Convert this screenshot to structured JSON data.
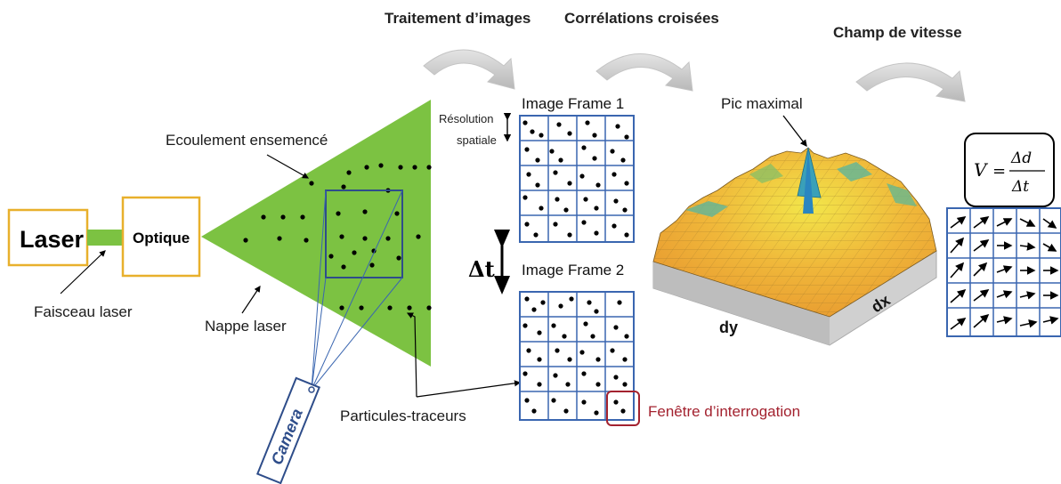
{
  "steps": {
    "processing": "Traitement d’images",
    "correlation": "Corrélations croisées",
    "velocity": "Champ de vitesse"
  },
  "labels": {
    "laser": "Laser",
    "optics": "Optique",
    "beam": "Faisceau laser",
    "sheet": "Nappe laser",
    "seeded_flow": "Ecoulement ensemencé",
    "tracers": "Particules-traceurs",
    "camera": "Camera",
    "frame1": "Image Frame 1",
    "frame2": "Image Frame 2",
    "resolution_line1": "Résolution",
    "resolution_line2": "spatiale",
    "delta_t": "Δt",
    "interrogation_window": "Fenêtre d’interrogation",
    "peak": "Pic maximal",
    "axis_dx": "dx",
    "axis_dy": "dy"
  },
  "formula": {
    "lhs": "V",
    "eq": "=",
    "numerator": "Δd",
    "denominator": "Δt"
  },
  "colors": {
    "sheet_green": "#7cc242",
    "box_border": "#e8b02c",
    "grid_blue": "#3a66b0",
    "interrogation_red": "#a3222f",
    "camera_blue": "#2e4d8a",
    "arrow_gray": "#cfcfcf"
  }
}
